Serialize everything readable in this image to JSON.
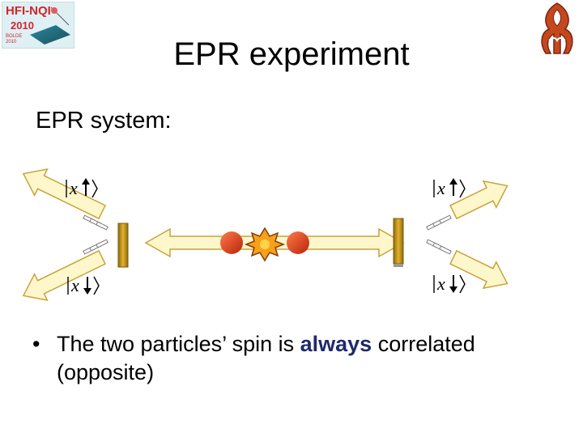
{
  "logo": {
    "line1": "HFI-NQI",
    "line2": "2010",
    "line3a": "BOLDE",
    "line3b": "2010"
  },
  "emblem": {
    "icon": "ornamental-emblem-icon"
  },
  "slide": {
    "title": "EPR experiment",
    "subtitle": "EPR system:"
  },
  "kets": {
    "top_left": "x",
    "top_right": "x",
    "bottom_left": "x",
    "bottom_right": "x"
  },
  "bullet": {
    "marker": "•",
    "text_before": "The two particles’ spin is ",
    "emphasis": "always",
    "text_after": " correlated (opposite)"
  },
  "colors": {
    "arrow_fill": "#fff5c8",
    "arrow_stroke": "#c9a23a",
    "particle": "#e23a10",
    "detector": "#d6a11e",
    "burst": "#f7a11a",
    "emphasis": "#1f2a6b"
  }
}
